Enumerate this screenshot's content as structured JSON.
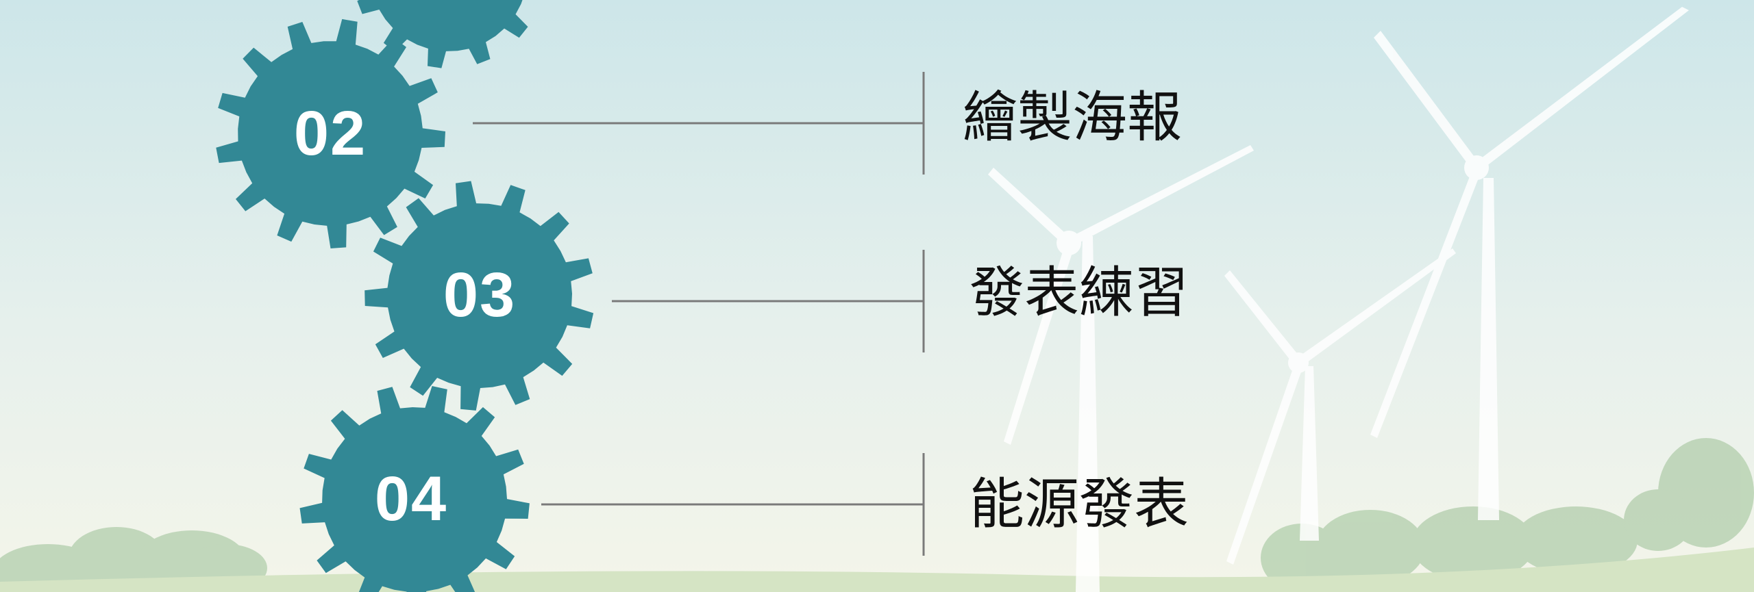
{
  "steps": [
    {
      "number": "02",
      "label": "繪製海報"
    },
    {
      "number": "03",
      "label": "發表練習"
    },
    {
      "number": "04",
      "label": "能源發表"
    }
  ],
  "colors": {
    "gear": "#328895",
    "connector": "#7a7a7a",
    "sky_top": "#cfe7ea",
    "sky_bottom": "#f3f6ec",
    "grass": "#d8e6c6"
  }
}
